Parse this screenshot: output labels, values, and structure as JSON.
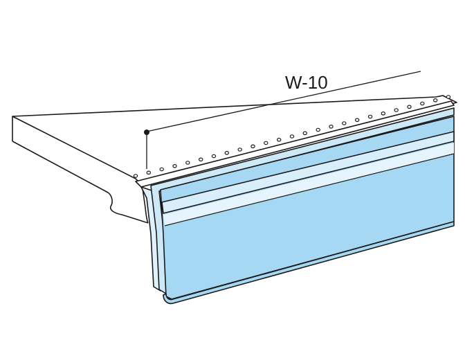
{
  "dimension": {
    "label": "W-10"
  },
  "colors": {
    "outline": "#1a1a1a",
    "shelf_fill": "#ffffff",
    "strip_light": "#cde9f8",
    "strip_main": "#a6d8f3",
    "strip_highlight": "#e6f5fd",
    "strip_lip": "#d8eefa"
  },
  "parts": [
    "shelf",
    "hole-row",
    "price-strip",
    "dimension-line"
  ]
}
